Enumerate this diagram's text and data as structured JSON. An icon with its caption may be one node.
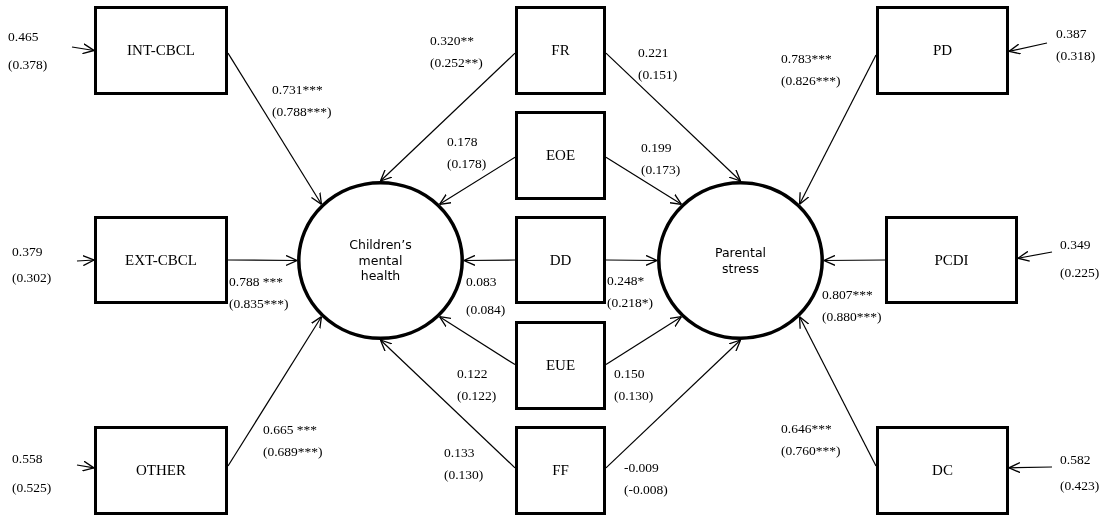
{
  "diagram": {
    "nodes": [
      {
        "text": [
          "INT-CBCL"
        ]
      },
      {
        "text": [
          "EXT-CBCL"
        ]
      },
      {
        "text": [
          "OTHER"
        ]
      },
      {
        "text": [
          "Children’s mental health"
        ]
      },
      {
        "text": [
          "FR"
        ]
      },
      {
        "text": [
          "EOE"
        ]
      },
      {
        "text": [
          "DD"
        ]
      },
      {
        "text": [
          "EUE"
        ]
      },
      {
        "text": [
          "FF"
        ]
      },
      {
        "text": [
          "Parental stress"
        ]
      },
      {
        "text": [
          "PD"
        ]
      },
      {
        "text": [
          "PCDI"
        ]
      },
      {
        "text": [
          "DC"
        ]
      }
    ],
    "edges": [
      {
        "from": 0,
        "to": 3,
        "arrow": "to",
        "label": "0.731*** (0.788***)"
      },
      {
        "from": 1,
        "to": 3,
        "arrow": "to",
        "label": "0.788 *** (0.835***)"
      },
      {
        "from": 2,
        "to": 3,
        "arrow": "to",
        "label": "0.665 *** (0.689***)"
      },
      {
        "from": 4,
        "to": 3,
        "arrow": "to",
        "label": "0.320** (0.252**)"
      },
      {
        "from": 5,
        "to": 3,
        "arrow": "to",
        "label": "0.178 (0.178)"
      },
      {
        "from": 6,
        "to": 3,
        "arrow": "to",
        "label": "0.083 (0.084)"
      },
      {
        "from": 7,
        "to": 3,
        "arrow": "to",
        "label": "0.122 (0.122)"
      },
      {
        "from": 8,
        "to": 3,
        "arrow": "to",
        "label": "0.133 (0.130)"
      },
      {
        "from": 4,
        "to": 9,
        "arrow": "to",
        "label": "0.221 (0.151)"
      },
      {
        "from": 5,
        "to": 9,
        "arrow": "to",
        "label": "0.199 (0.173)"
      },
      {
        "from": 6,
        "to": 9,
        "arrow": "to",
        "label": "0.248* (0.218*)"
      },
      {
        "from": 7,
        "to": 9,
        "arrow": "to",
        "label": "0.150 (0.130)"
      },
      {
        "from": 8,
        "to": 9,
        "arrow": "to",
        "label": "-0.009 (-0.008)"
      },
      {
        "from": 10,
        "to": 9,
        "arrow": "to",
        "label": "0.783*** (0.826***)"
      },
      {
        "from": 11,
        "to": 9,
        "arrow": "to",
        "label": "0.807*** (0.880***)"
      },
      {
        "from": 12,
        "to": 9,
        "arrow": "to",
        "label": "0.646*** (0.760***)"
      },
      {
        "from": null,
        "to": 0,
        "arrow": "to",
        "label": "0.465 (0.378)"
      },
      {
        "from": null,
        "to": 1,
        "arrow": "to",
        "label": "0.379 (0.302)"
      },
      {
        "from": null,
        "to": 2,
        "arrow": "to",
        "label": "0.558 (0.525)"
      },
      {
        "from": null,
        "to": 10,
        "arrow": "to",
        "label": "0.387 (0.318)"
      },
      {
        "from": null,
        "to": 11,
        "arrow": "to",
        "label": "0.349 (0.225)"
      },
      {
        "from": null,
        "to": 12,
        "arrow": "to",
        "label": "0.582 (0.423)"
      }
    ]
  }
}
